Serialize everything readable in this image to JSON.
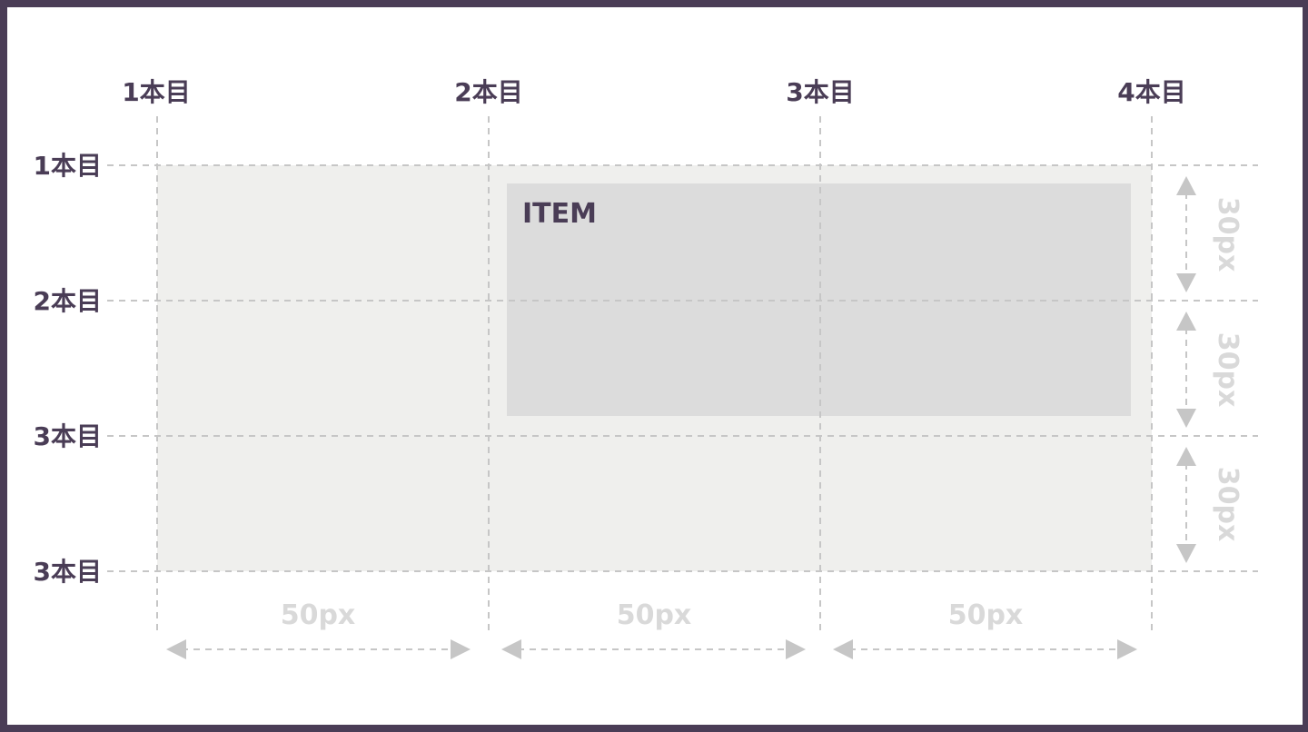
{
  "column_lines": [
    "1本目",
    "2本目",
    "3本目",
    "4本目"
  ],
  "row_lines": [
    "1本目",
    "2本目",
    "3本目",
    "3本目"
  ],
  "item_label": "ITEM",
  "column_widths": [
    "50px",
    "50px",
    "50px"
  ],
  "row_heights": [
    "30px",
    "30px",
    "30px"
  ],
  "colors": {
    "frame": "#4a3d56",
    "label": "#4a3d56",
    "grid_bg": "#efefed",
    "item_bg": "#dcdcdc",
    "guide": "#c6c6c6",
    "dimension_text": "#d9d9d9"
  }
}
